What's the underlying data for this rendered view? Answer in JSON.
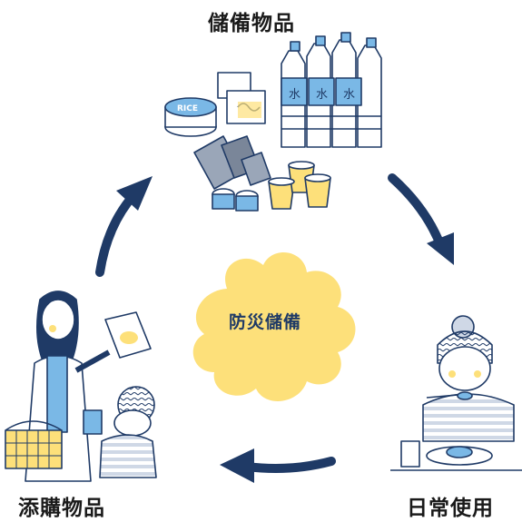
{
  "labels": {
    "top": "儲備物品",
    "left": "添購物品",
    "right": "日常使用",
    "center": "防災儲備"
  },
  "goods": {
    "water_bottle_text": "水",
    "rice_text": "RICE"
  },
  "colors": {
    "arrow": "#1f3a66",
    "cloud": "#fde07a",
    "accent_blue": "#7ab8e6",
    "accent_yellow": "#fde07a",
    "outline": "#1f3a66"
  }
}
